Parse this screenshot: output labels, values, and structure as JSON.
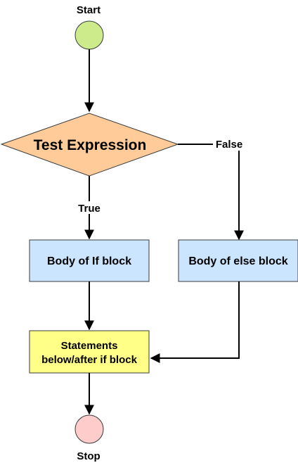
{
  "diagram": {
    "start": {
      "label": "Start",
      "color": "#cdeb8b"
    },
    "test": {
      "label": "Test Expression",
      "color": "#ffcc99"
    },
    "true_branch": {
      "label": "True"
    },
    "false_branch": {
      "label": "False"
    },
    "if_block": {
      "label": "Body of If block",
      "color": "#cce5ff"
    },
    "else_block": {
      "label": "Body of else block",
      "color": "#cce5ff"
    },
    "statements": {
      "line1": "Statements",
      "line2": "below/after if block",
      "color": "#ffff88"
    },
    "stop": {
      "label": "Stop",
      "color": "#ffcccc"
    }
  }
}
